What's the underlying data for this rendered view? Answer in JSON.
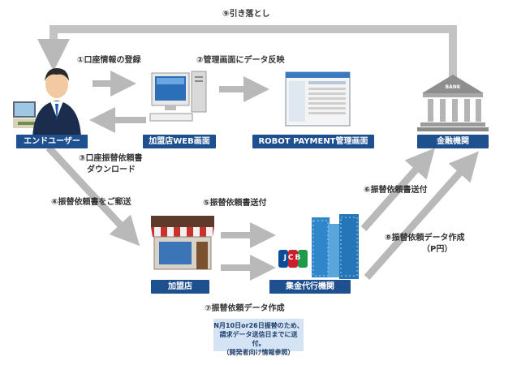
{
  "colors": {
    "plate": "#1e4f8f",
    "arrow": "#b9b9b9",
    "note_bg": "#d4e4f5"
  },
  "steps": {
    "s1": "①口座情報の登録",
    "s2": "②管理画面にデータ反映",
    "s3_line1": "③口座振替依頼書",
    "s3_line2": "ダウンロード",
    "s4": "④振替依頼書をご郵送",
    "s5": "⑤振替依頼書送付",
    "s6": "⑥振替依頼書送付",
    "s7": "⑦振替依頼データ作成",
    "s8_line1": "⑧振替依頼データ作成",
    "s8_line2": "（P円）",
    "s9": "⑨引き落とし"
  },
  "nodes": {
    "end_user": {
      "label": "エンドユーザー",
      "icon": "businessman-icon"
    },
    "merchant_web": {
      "label": "加盟店WEB画面",
      "icon": "desktop-computer-icon"
    },
    "robot_payment": {
      "label": "ROBOT PAYMENT管理画面",
      "icon": "admin-screen-icon"
    },
    "bank": {
      "label": "金融機関",
      "icon": "bank-building-icon",
      "sign": "BANK"
    },
    "merchant": {
      "label": "加盟店",
      "icon": "storefront-icon"
    },
    "collection_agency": {
      "label": "集金代行機関",
      "icon": "office-towers-icon",
      "logo": "JCB"
    }
  },
  "note": {
    "line1": "N月10日or26日振替のため、",
    "line2": "請求データ送信日までに送付。",
    "line3": "（開発者向け情報参照）"
  }
}
